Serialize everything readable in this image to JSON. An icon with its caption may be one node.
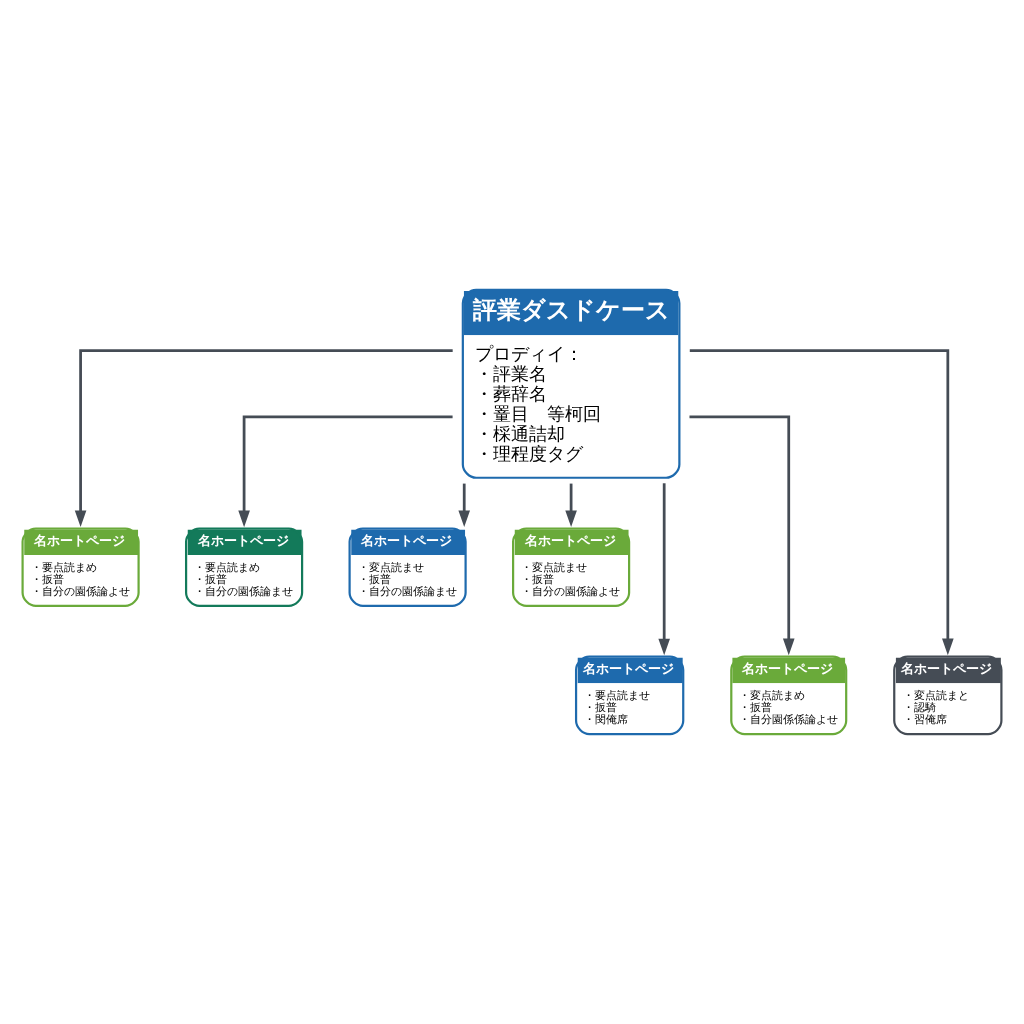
{
  "diagram": {
    "nodes": [
      {
        "text": [
          "評業ダスドケース",
          "プロディイ：",
          "・評業名",
          "・葬辞名",
          "・罿目　等柯回",
          "・棌通詰却",
          "・理程度タグ"
        ]
      },
      {
        "text": [
          "名ホートページ",
          "・要点読まめ",
          "・扳普",
          "・自分の園係論よせ"
        ]
      },
      {
        "text": [
          "名ホートページ",
          "・要点読まめ",
          "・扳普",
          "・自分の園係論ませ"
        ]
      },
      {
        "text": [
          "名ホートページ",
          "・変点読ませ",
          "・扳普",
          "・自分の園係論ませ"
        ]
      },
      {
        "text": [
          "名ホートページ",
          "・変点読ませ",
          "・扳普",
          "・自分の園係論よせ"
        ]
      },
      {
        "text": [
          "名ホートページ",
          "・要点読ませ",
          "・扳普",
          "・閔俺席"
        ]
      },
      {
        "text": [
          "名ホートページ",
          "・変点読まめ",
          "・扳普",
          "・自分園係係論よせ"
        ]
      },
      {
        "text": [
          "名ホートページ",
          "・変点読まと",
          "・認騎",
          "・習俺席"
        ]
      }
    ],
    "edges": [
      {
        "from": 0,
        "to": 1,
        "arrow": "to"
      },
      {
        "from": 0,
        "to": 2,
        "arrow": "to"
      },
      {
        "from": 0,
        "to": 3,
        "arrow": "to"
      },
      {
        "from": 0,
        "to": 4,
        "arrow": "to"
      },
      {
        "from": 0,
        "to": 5,
        "arrow": "to"
      },
      {
        "from": 0,
        "to": 6,
        "arrow": "to"
      },
      {
        "from": 0,
        "to": 7,
        "arrow": "to"
      }
    ]
  }
}
